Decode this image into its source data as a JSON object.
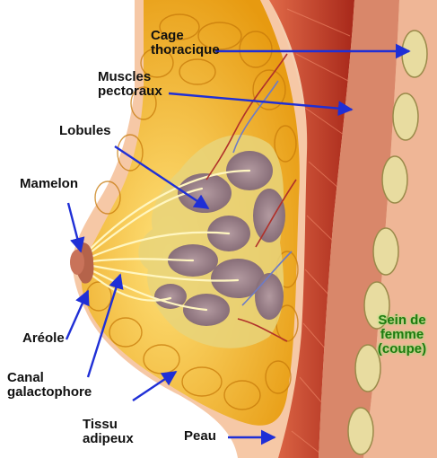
{
  "labels": {
    "cage_thoracique": "Cage\nthoracique",
    "muscles_pectoraux": "Muscles\npectoraux",
    "lobules": "Lobules",
    "mamelon": "Mamelon",
    "areole": "Aréole",
    "canal_galactophore": "Canal\ngalactophore",
    "tissu_adipeux": "Tissu\nadipeux",
    "peau": "Peau"
  },
  "caption": "Sein de\nfemme\n(coupe)",
  "colors": {
    "arrow": "#1f2fd6",
    "caption_text": "#1f7a0f",
    "skin": "#f4c9a8",
    "fat": "#f2b21c",
    "muscle": "#c8402a",
    "gland": "#9a7e86"
  }
}
